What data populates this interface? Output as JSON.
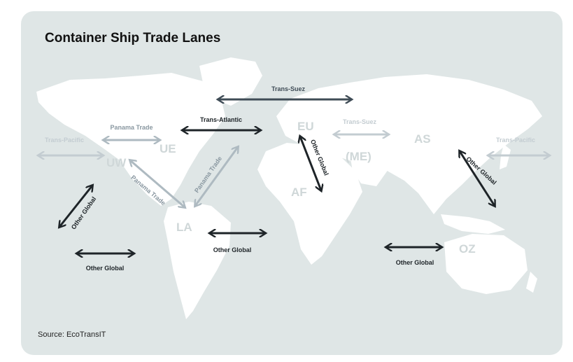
{
  "map": {
    "title": "Container Ship Trade Lanes",
    "source": "Source: EcoTransIT",
    "colors": {
      "background": "#dfe6e6",
      "land": "#ffffff",
      "lane_dark": "#1e2428",
      "lane_medium": "#3f4c56",
      "lane_light": "#aebac1",
      "lane_faint": "#c3ccd1",
      "region_label": "#cfd7d8"
    },
    "regions": [
      {
        "id": "UW",
        "label": "UW"
      },
      {
        "id": "UE",
        "label": "UE"
      },
      {
        "id": "LA",
        "label": "LA"
      },
      {
        "id": "EU",
        "label": "EU"
      },
      {
        "id": "ME",
        "label": "(ME)"
      },
      {
        "id": "AF",
        "label": "AF"
      },
      {
        "id": "AS",
        "label": "AS"
      },
      {
        "id": "OZ",
        "label": "OZ"
      }
    ],
    "lanes": [
      {
        "id": "trans-suez-main",
        "label": "Trans-Suez",
        "tone": "medium"
      },
      {
        "id": "trans-suez-me",
        "label": "Trans-Suez",
        "tone": "faint"
      },
      {
        "id": "trans-pacific-west",
        "label": "Trans-Pacific",
        "tone": "faint"
      },
      {
        "id": "trans-pacific-east",
        "label": "Trans-Pacific",
        "tone": "faint"
      },
      {
        "id": "panama-trade-top",
        "label": "Panama Trade",
        "tone": "light"
      },
      {
        "id": "panama-trade-diag",
        "label": "Panama Trade",
        "tone": "light"
      },
      {
        "id": "panama-trade-west",
        "label": "Panama Trade",
        "tone": "light"
      },
      {
        "id": "trans-atlantic",
        "label": "Trans-Atlantic",
        "tone": "dark"
      },
      {
        "id": "other-global-eu-af",
        "label": "Other Global",
        "tone": "dark"
      },
      {
        "id": "other-global-asia-oz",
        "label": "Other Global",
        "tone": "dark"
      },
      {
        "id": "other-global-pacific-diag",
        "label": "Other Global",
        "tone": "dark"
      },
      {
        "id": "other-global-pacific",
        "label": "Other Global",
        "tone": "dark"
      },
      {
        "id": "other-global-atlantic",
        "label": "Other Global",
        "tone": "dark"
      },
      {
        "id": "other-global-indian",
        "label": "Other Global",
        "tone": "dark"
      }
    ]
  }
}
